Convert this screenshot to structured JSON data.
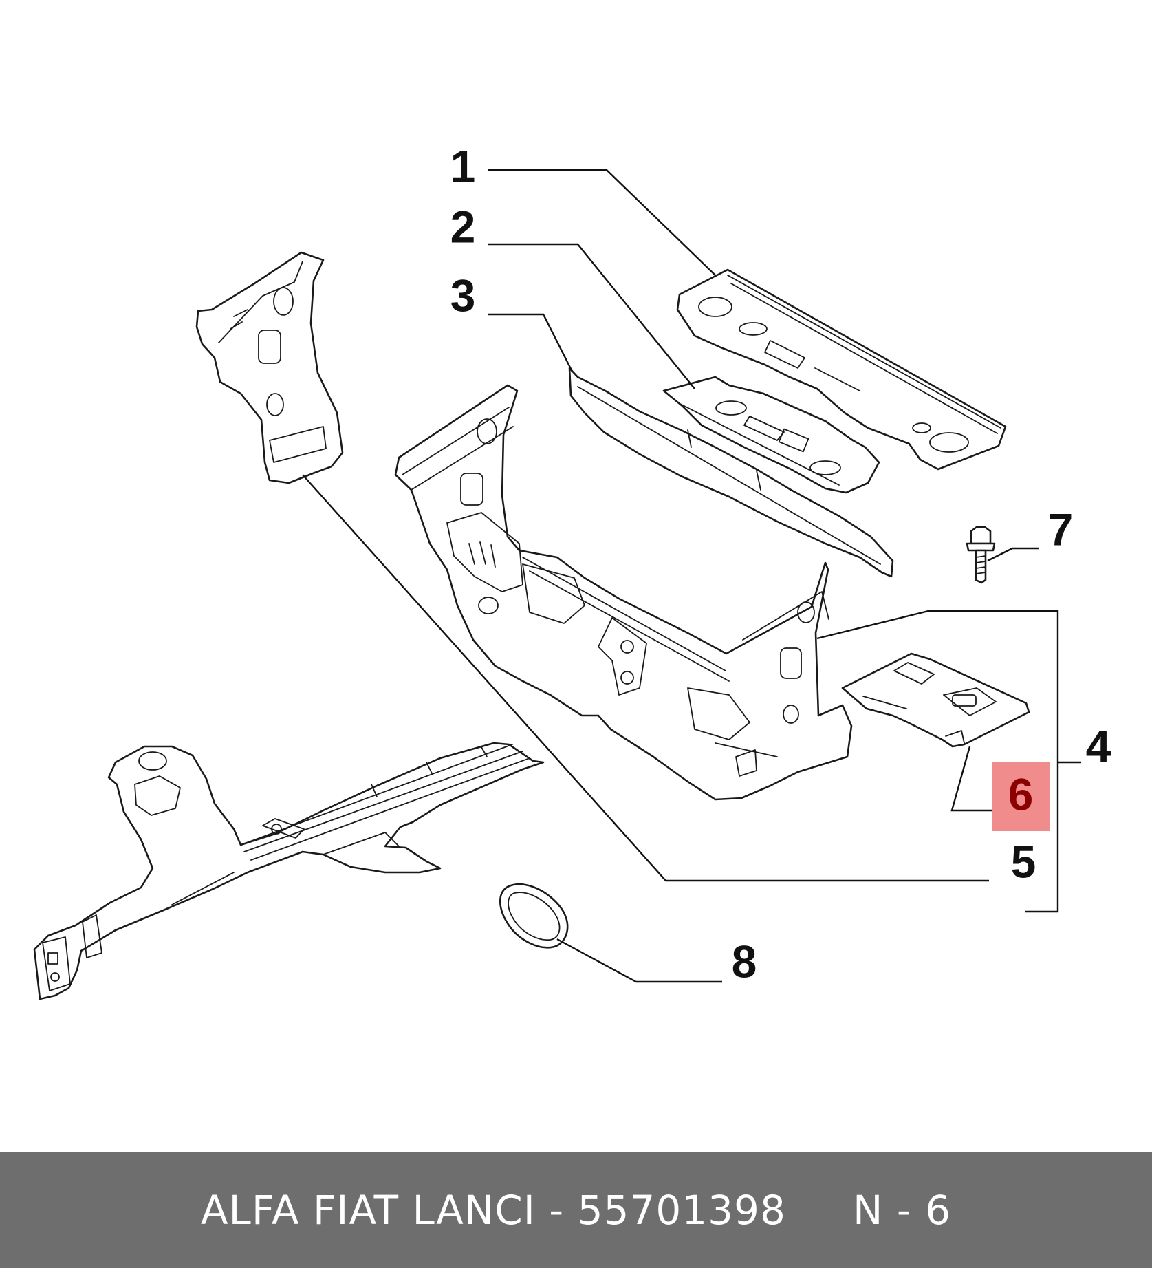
{
  "diagram": {
    "callouts": [
      "1",
      "2",
      "3",
      "4",
      "5",
      "6",
      "7",
      "8"
    ],
    "highlighted_callout": "6",
    "highlight_color": "#f08c8c",
    "highlight_text_color": "#8b0000",
    "line_color": "#111111"
  },
  "footer": {
    "background": "#6e6e6e",
    "brand": "ALFA FIAT LANCI",
    "separator": "-",
    "part_number": "55701398",
    "position_label": "N - 6"
  }
}
